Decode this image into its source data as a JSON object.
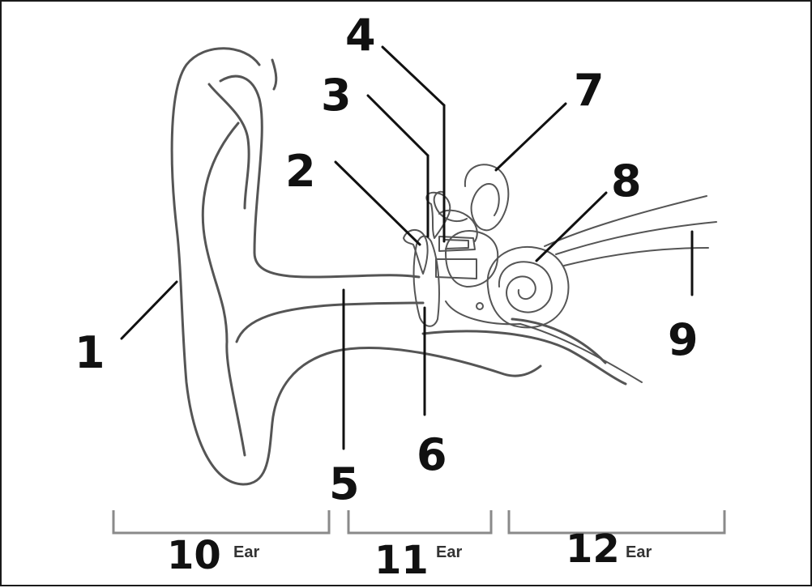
{
  "diagram": {
    "labels": [
      {
        "id": "1",
        "text": "1"
      },
      {
        "id": "2",
        "text": "2"
      },
      {
        "id": "3",
        "text": "3"
      },
      {
        "id": "4",
        "text": "4"
      },
      {
        "id": "5",
        "text": "5"
      },
      {
        "id": "6",
        "text": "6"
      },
      {
        "id": "7",
        "text": "7"
      },
      {
        "id": "8",
        "text": "8"
      },
      {
        "id": "9",
        "text": "9"
      }
    ],
    "sections": [
      {
        "number": "10",
        "word": "Ear"
      },
      {
        "number": "11",
        "word": "Ear"
      },
      {
        "number": "12",
        "word": "Ear"
      }
    ]
  },
  "colors": {
    "ink": "#111111",
    "outline": "#555555",
    "bracket": "#8a8a8a"
  }
}
